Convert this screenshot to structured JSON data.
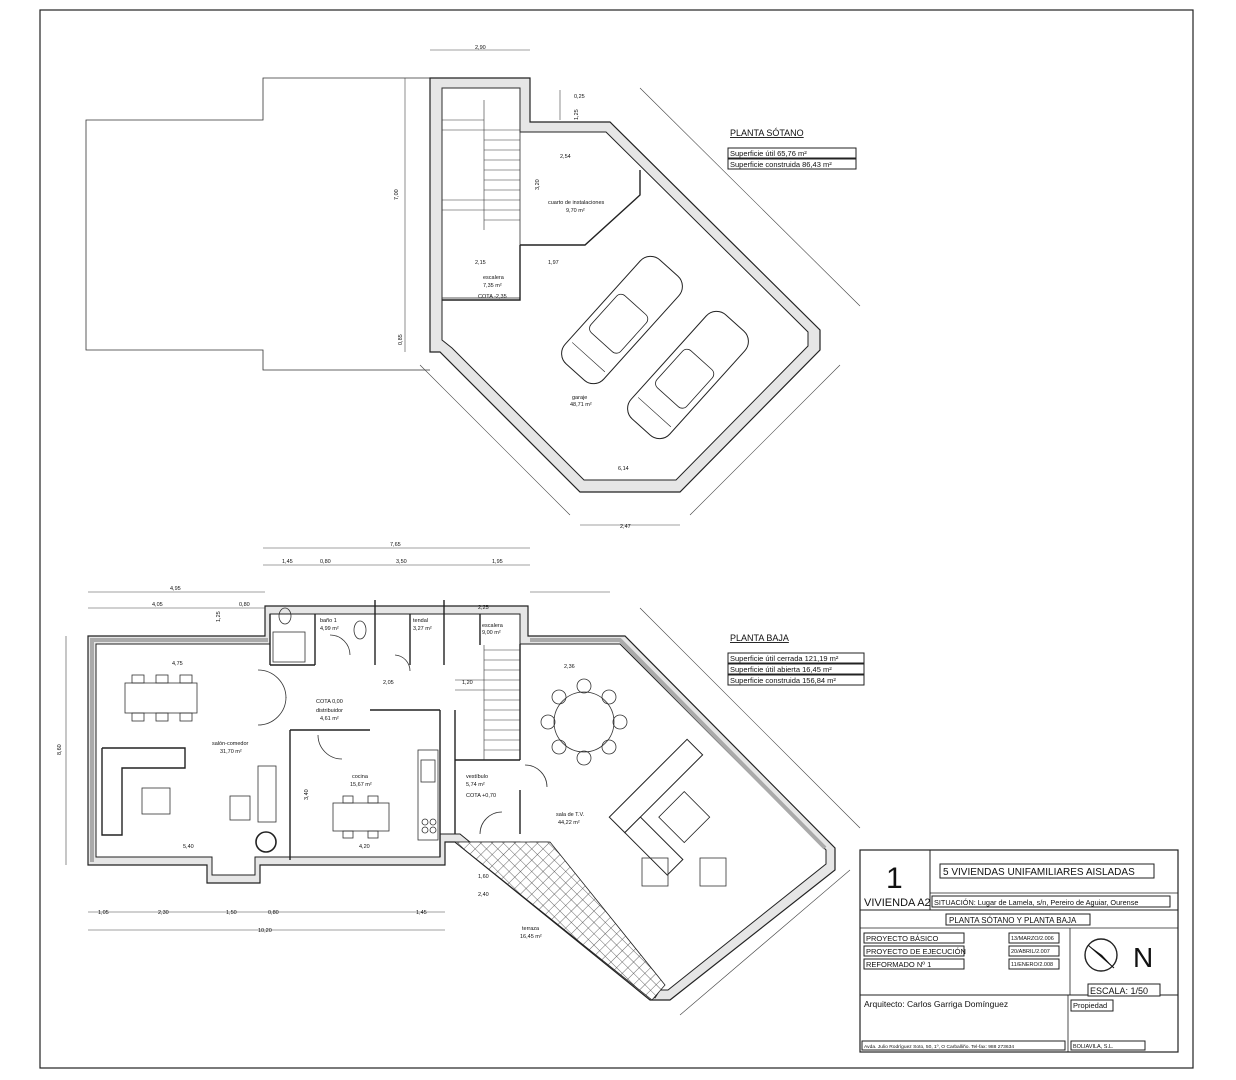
{
  "sotano": {
    "title": "PLANTA SÓTANO",
    "util": "Superficie útil 65,76 m²",
    "const": "Superficie construida 86,43 m²",
    "rooms": {
      "instal": "cuarto de instalaciones",
      "instal_area": "9,70 m²",
      "escalera": "escalera",
      "escalera_area": "7,35 m²",
      "cota": "COTA -2,35",
      "garaje": "garaje",
      "garaje_area": "48,71 m²"
    },
    "dims": {
      "d1": "2,90",
      "d2": "7,00",
      "d3": "2,54",
      "d4": "3,20",
      "d5": "2,15",
      "d6": "1,97",
      "d7": "6,14",
      "d8": "2,47",
      "d9": "0,85",
      "d10": "0,25",
      "d11": "1,25"
    }
  },
  "baja": {
    "title": "PLANTA BAJA",
    "util_cerrada": "Superficie útil cerrada 121,19 m²",
    "util_abierta": "Superficie útil abierta 16,45 m²",
    "const": "Superficie construida 156,84 m²",
    "rooms": {
      "salon": "salón-comedor",
      "salon_area": "31,70 m²",
      "bano": "baño 1",
      "bano_area": "4,99 m²",
      "tendal": "tendal",
      "tendal_area": "3,27 m²",
      "escalera": "escalera",
      "escalera_area": "9,00 m²",
      "cota_dist": "COTA 0,00",
      "distribuidor": "distribuidor",
      "distribuidor_area": "4,61 m²",
      "cocina": "cocina",
      "cocina_area": "15,67 m²",
      "vestibulo": "vestíbulo",
      "vestibulo_area": "5,74 m²",
      "cota_vest": "COTA +0,70",
      "sala": "sala de T.V.",
      "sala_area": "44,22 m²",
      "terraza": "terraza",
      "terraza_area": "16,45 m²"
    },
    "dims": {
      "d1": "7,65",
      "d2": "1,45",
      "d3": "0,80",
      "d4": "3,50",
      "d5": "1,95",
      "d6": "4,95",
      "d7": "4,05",
      "d8": "1,25",
      "d9": "0,80",
      "d10": "2,25",
      "d11": "2,05",
      "d12": "1,20",
      "d13": "3,40",
      "d14": "5,40",
      "d15": "4,20",
      "d16": "10,20",
      "d17": "1,05",
      "d18": "2,30",
      "d19": "1,50",
      "d20": "0,80",
      "d21": "1,45",
      "d22": "8,60",
      "d23": "4,75",
      "d24": "2,36",
      "d25": "1,60",
      "d26": "2,40"
    }
  },
  "titleblock": {
    "number": "1",
    "vivienda": "VIVIENDA A2",
    "project": "5 VIVIENDAS UNIFAMILIARES AISLADAS",
    "situacion": "SITUACIÓN: Lugar de Lamela, s/n, Pereiro de Aguiar, Ourense",
    "plano": "PLANTA SÓTANO Y PLANTA BAJA",
    "rows": [
      {
        "label": "PROYECTO BÁSICO",
        "date": "13/MARZO/2.006"
      },
      {
        "label": "PROYECTO DE EJECUCIÓN",
        "date": "20/ABRIL/2.007"
      },
      {
        "label": "REFORMADO Nº 1",
        "date": "11/ENERO/2.008"
      }
    ],
    "north": "N",
    "escala": "ESCALA: 1/50",
    "arquitecto": "Arquitecto: Carlos Garriga Domínguez",
    "propiedad": "Propiedad",
    "direccion": "Avda. Julio Rodríguez Soto, 50, 1º, O Carballiño. Tel-fax: 988 273634",
    "empresa": "BOLIAVILA, S.L."
  },
  "colors": {
    "line": "#222222",
    "wall_fill": "#e6e6e6",
    "grey_wall": "#aaaaaa"
  }
}
